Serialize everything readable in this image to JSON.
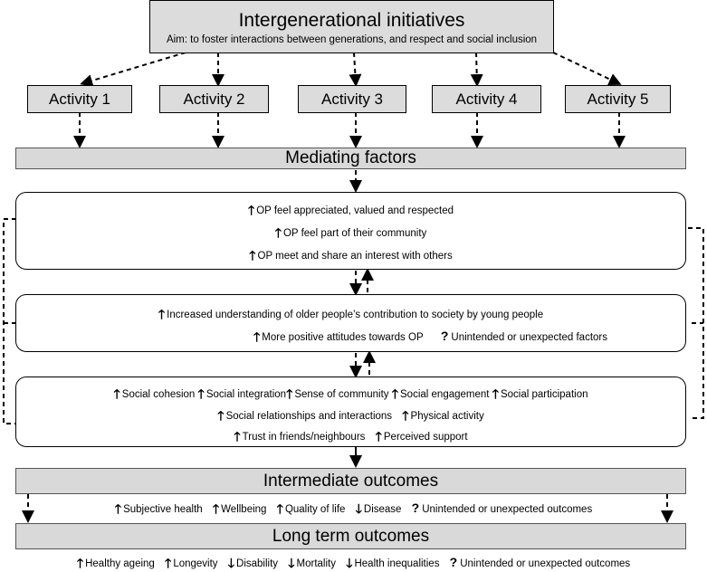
{
  "header": {
    "title": "Intergenerational initiatives",
    "aim": "Aim: to foster interactions between generations, and respect and social inclusion"
  },
  "activities": [
    "Activity 1",
    "Activity 2",
    "Activity 3",
    "Activity 4",
    "Activity 5"
  ],
  "bars": {
    "mediating": "Mediating factors",
    "intermediate": "Intermediate outcomes",
    "long_term": "Long term outcomes"
  },
  "box1": {
    "l1": "OP feel appreciated, valued and respected",
    "l2": "OP feel part of their community",
    "l3": "OP meet and share an interest with others"
  },
  "box2": {
    "l1": "Increased understanding of older people’s contribution to society by young people",
    "l2a": "More positive attitudes towards OP",
    "l2b": "Unintended or unexpected factors"
  },
  "box3": {
    "r1": [
      "Social cohesion",
      "Social integration",
      "Sense of community",
      "Social engagement",
      "Social participation"
    ],
    "r2": [
      "Social relationships and interactions",
      "Physical activity"
    ],
    "r3": [
      "Trust in friends/neighbours",
      "Perceived support"
    ]
  },
  "intermediate": {
    "items": [
      "Subjective health",
      "Wellbeing",
      "Quality of life"
    ],
    "disease": "Disease",
    "unexpected": "Unintended or unexpected outcomes"
  },
  "long_term": {
    "up_items": [
      "Healthy ageing",
      "Longevity"
    ],
    "down_items": [
      "Disability",
      "Mortality",
      "Health inequalities"
    ],
    "unexpected": "Unintended or unexpected outcomes"
  },
  "symbols": {
    "up": "🡑",
    "down": "🡓",
    "question": "?"
  }
}
